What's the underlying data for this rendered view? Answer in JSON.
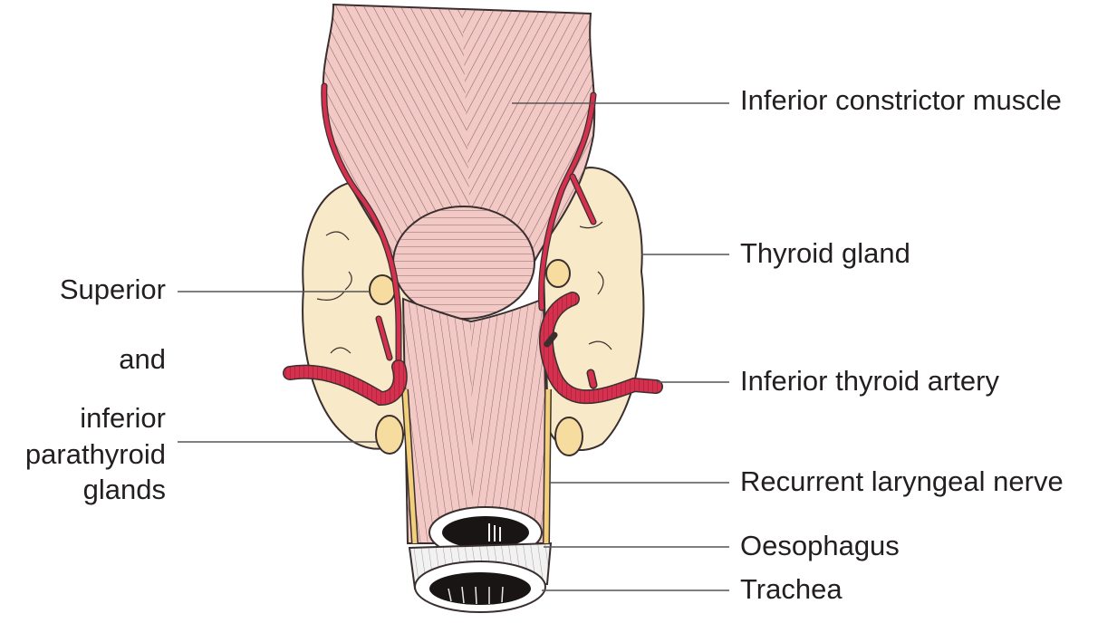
{
  "labels": {
    "inferior_constrictor": "Inferior constrictor muscle",
    "thyroid_gland": "Thyroid gland",
    "inferior_thyroid_artery": "Inferior thyroid artery",
    "recurrent_laryngeal_nerve": "Recurrent laryngeal nerve",
    "oesophagus": "Oesophagus",
    "trachea": "Trachea",
    "parathyroid_line1": "Superior",
    "parathyroid_line2": "and",
    "parathyroid_line3": "inferior",
    "parathyroid_line4": "parathyroid",
    "parathyroid_line5": "glands"
  },
  "colors": {
    "muscle_fill": "#f3c9c6",
    "muscle_stroke": "#4a3b3b",
    "thyroid_fill": "#f8e9c8",
    "parathyroid_fill": "#f7dca0",
    "artery": "#d6304f",
    "nerve": "#f2cf7a",
    "leader_line": "#555555",
    "text": "#231f20"
  }
}
